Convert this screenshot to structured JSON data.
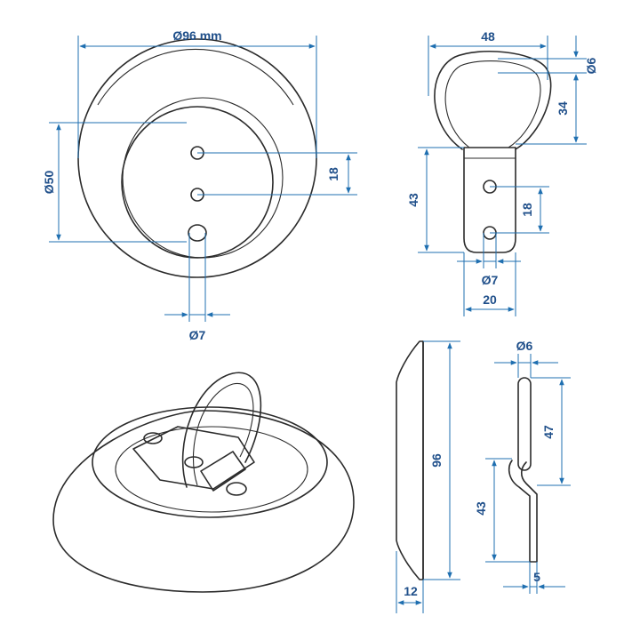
{
  "dimensions": {
    "top_outer_diameter": "Ø96 mm",
    "top_inner_diameter": "Ø50",
    "top_hole_spacing": "18",
    "top_hole_diameter": "Ø7",
    "front_width": "48",
    "front_wire_diameter": "Ø6",
    "front_ring_height": "34",
    "front_plate_height": "43",
    "front_hole_spacing": "18",
    "front_hole_diameter": "Ø7",
    "front_plate_width": "20",
    "side_base_height": "96",
    "side_base_depth": "12",
    "ring_wire_diameter": "Ø6",
    "ring_height": "47",
    "ring_plate_height": "43",
    "ring_plate_thickness": "5"
  },
  "colors": {
    "dimension": "#1f6fb0",
    "outline": "#2b2b2b"
  }
}
